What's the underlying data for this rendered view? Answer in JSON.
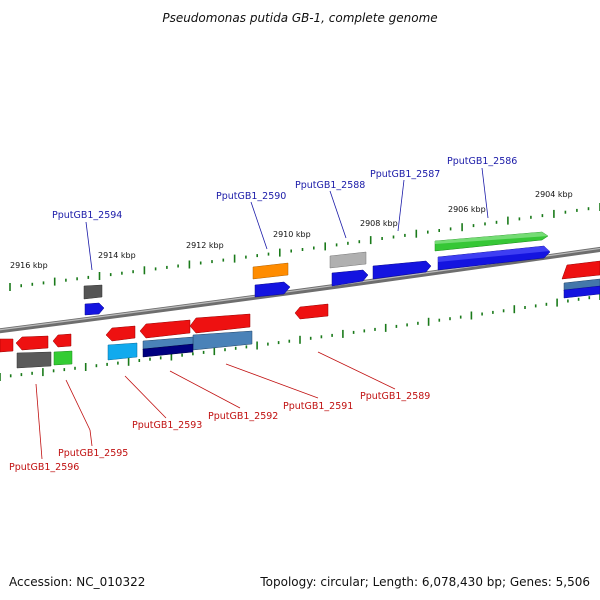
{
  "title": "Pseudomonas putida GB-1, complete genome",
  "footer": {
    "accession": "Accession: NC_010322",
    "topology": "Topology: circular; Length: 6,078,430 bp; Genes: 5,506"
  },
  "kbp_labels": [
    "2916 kbp",
    "2914 kbp",
    "2912 kbp",
    "2910 kbp",
    "2908 kbp",
    "2906 kbp",
    "2904 kbp"
  ],
  "top_genes": [
    "PputGB1_2594",
    "PputGB1_2590",
    "PputGB1_2588",
    "PputGB1_2587",
    "PputGB1_2586"
  ],
  "bottom_genes": [
    "PputGB1_2596",
    "PputGB1_2595",
    "PputGB1_2593",
    "PputGB1_2592",
    "PputGB1_2591",
    "PputGB1_2589"
  ],
  "colors": {
    "backbone": "#808080",
    "red": "#ee1111",
    "blue": "#1111ee",
    "green": "#33cc33",
    "orange": "#ff8c00",
    "gray": "#555555",
    "lightgray": "#aaaaaa",
    "cyan": "#11aaee",
    "steel": "#4477aa",
    "navy": "#000080",
    "tick": "#1a7a1a",
    "top_label": "#1a1aa8",
    "bottom_label": "#c01010"
  }
}
